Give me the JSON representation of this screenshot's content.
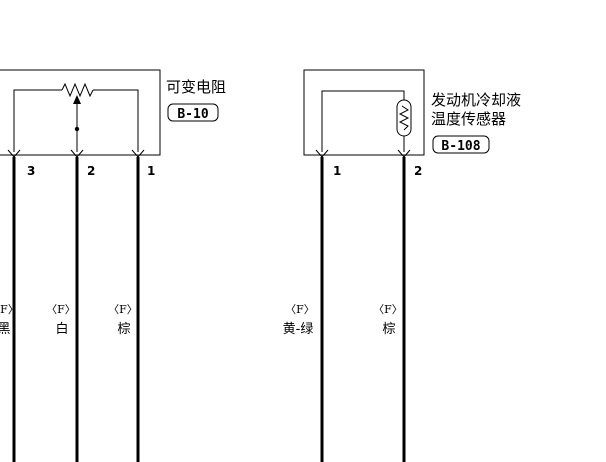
{
  "components": {
    "resistor": {
      "name": "可变电阻",
      "connector": "B-10",
      "pins": [
        "3",
        "2",
        "1"
      ]
    },
    "sensor": {
      "name_line1": "发动机冷却液",
      "name_line2": "温度传感器",
      "connector": "B-108",
      "pins": [
        "1",
        "2"
      ]
    }
  },
  "wires": [
    {
      "tag": "〈F〉",
      "color": "黑"
    },
    {
      "tag": "〈F〉",
      "color": "白"
    },
    {
      "tag": "〈F〉",
      "color": "棕"
    },
    {
      "tag": "〈F〉",
      "color": "黄-绿"
    },
    {
      "tag": "〈F〉",
      "color": "棕"
    }
  ]
}
